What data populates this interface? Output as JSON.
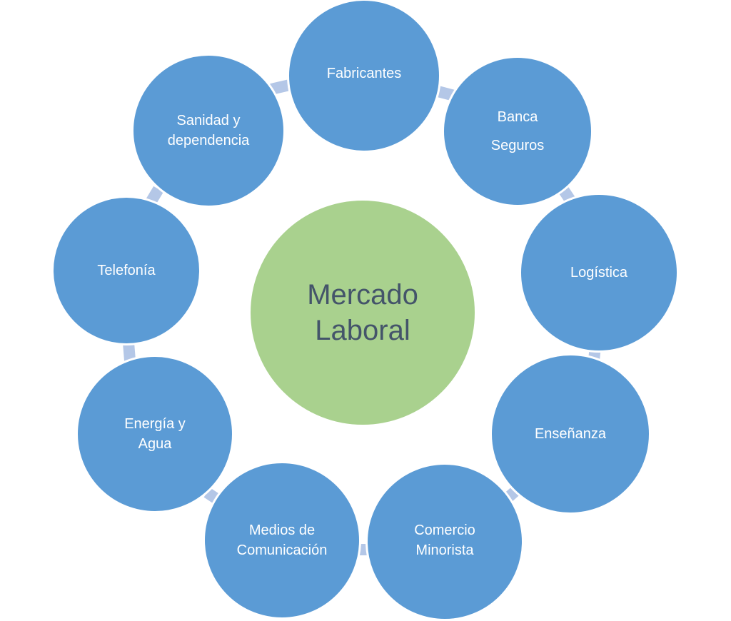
{
  "center": {
    "line1": "Mercado",
    "line2": "Laboral"
  },
  "nodes": {
    "fabricantes": {
      "lines": [
        "Fabricantes"
      ]
    },
    "banca": {
      "lines": [
        "Banca",
        "Seguros"
      ]
    },
    "logistica": {
      "lines": [
        "Logística"
      ]
    },
    "ensenanza": {
      "lines": [
        "Enseñanza"
      ]
    },
    "comercio": {
      "lines": [
        "Comercio",
        "Minorista"
      ]
    },
    "medios": {
      "lines": [
        "Medios de",
        "Comunicación"
      ]
    },
    "energia": {
      "lines": [
        "Energía y",
        "Agua"
      ]
    },
    "telefonia": {
      "lines": [
        "Telefonía"
      ]
    },
    "sanidad": {
      "lines": [
        "Sanidad y",
        "dependencia"
      ]
    }
  },
  "colors": {
    "node_fill": "#5b9bd5",
    "center_fill": "#a9d18e",
    "center_text": "#44546a",
    "connector": "#b4c7e7"
  }
}
